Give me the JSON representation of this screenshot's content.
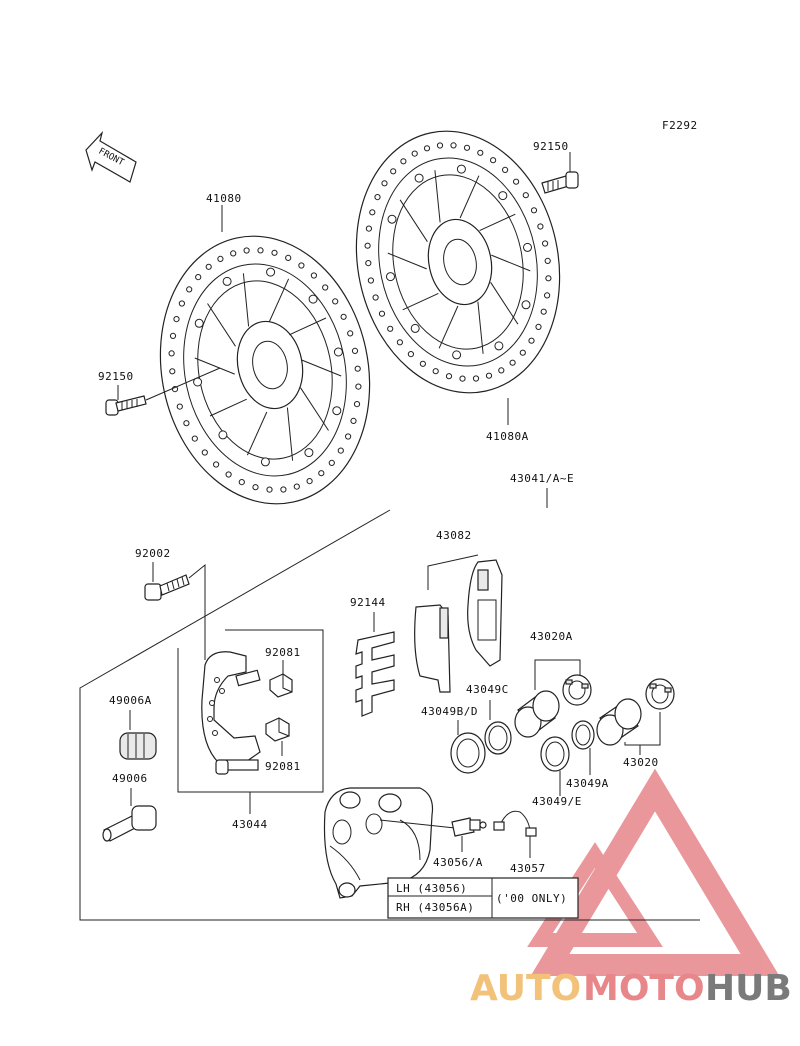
{
  "diagram_code": "F2292",
  "front_label": "FRONT",
  "labels": {
    "p92150_top": "92150",
    "p41080": "41080",
    "p92150_left": "92150",
    "p41080A": "41080A",
    "p43041": "43041/A~E",
    "p43082": "43082",
    "p92002": "92002",
    "p92144": "92144",
    "p43020A": "43020A",
    "p92081_top": "92081",
    "p49006A": "49006A",
    "p43049C": "43049C",
    "p43049BD": "43049B/D",
    "p92081_bot": "92081",
    "p43020": "43020",
    "p43049A": "43049A",
    "p49006": "49006",
    "p43049E": "43049/E",
    "p43044": "43044",
    "p43056A": "43056/A",
    "p43057": "43057"
  },
  "note": {
    "lh": "LH (43056)",
    "rh": "RH (43056A)",
    "only": "('00 ONLY)"
  },
  "watermark": {
    "auto": "AUTO",
    "moto": "MOTO",
    "hub": "HUB"
  }
}
